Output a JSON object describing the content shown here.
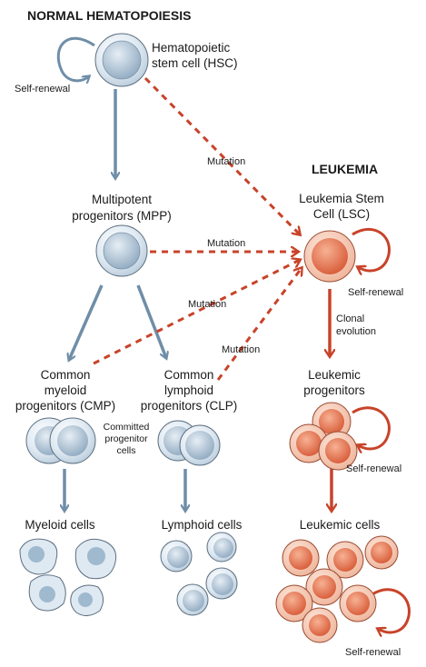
{
  "colors": {
    "normal_arrow": "#6f8ea8",
    "leukemia_arrow": "#c8432a",
    "normal_cell": "#dfe9f2",
    "normal_nucleus": "#9fb9cf",
    "leukemic_cell": "#f3c7b2",
    "leukemic_nucleus": "#e0714d"
  },
  "sections": {
    "normal_title": "NORMAL HEMATOPOIESIS",
    "leukemia_title": "LEUKEMIA"
  },
  "nodes": {
    "hsc": {
      "line1": "Hematopoietic",
      "line2": "stem cell (HSC)"
    },
    "mpp": {
      "line1": "Multipotent",
      "line2": "progenitors (MPP)"
    },
    "cmp": {
      "line1": "Common",
      "line2": "myeloid",
      "line3": "progenitors (CMP)"
    },
    "clp": {
      "line1": "Common",
      "line2": "lymphoid",
      "line3": "progenitors (CLP)"
    },
    "committed": {
      "line1": "Committed",
      "line2": "progenitor",
      "line3": "cells"
    },
    "myeloid": "Myeloid cells",
    "lymphoid": "Lymphoid cells",
    "lsc": {
      "line1": "Leukemia Stem",
      "line2": "Cell (LSC)"
    },
    "leukemic_progenitors": {
      "line1": "Leukemic",
      "line2": "progenitors"
    },
    "leukemic_cells": "Leukemic cells"
  },
  "edge_labels": {
    "self_renewal": "Self-renewal",
    "mutation": "Mutation",
    "clonal_line1": "Clonal",
    "clonal_line2": "evolution"
  }
}
